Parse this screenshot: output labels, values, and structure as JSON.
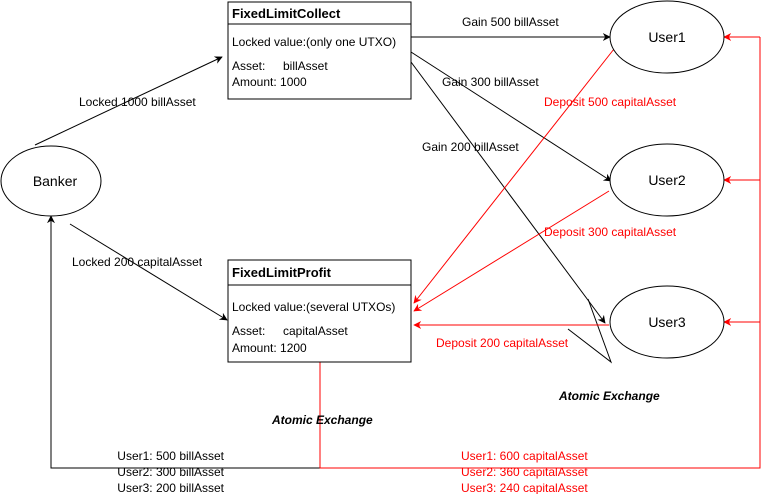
{
  "nodes": {
    "banker": "Banker",
    "user1": "User1",
    "user2": "User2",
    "user3": "User3"
  },
  "collect": {
    "title": "FixedLimitCollect",
    "locked": "Locked value:(only one UTXO)",
    "asset_label": "Asset:",
    "asset_value": "billAsset",
    "amount": "Amount: 1000"
  },
  "profit": {
    "title": "FixedLimitProfit",
    "locked": "Locked value:(several UTXOs)",
    "asset_label": "Asset:",
    "asset_value": "capitalAsset",
    "amount": "Amount: 1200"
  },
  "edges": {
    "banker_collect": "Locked 1000 billAsset",
    "banker_profit": "Locked 200 capitalAsset",
    "gain_user1": "Gain 500 billAsset",
    "gain_user2": "Gain 300 billAsset",
    "gain_user3": "Gain 200 billAsset",
    "deposit_user1": "Deposit 500 capitalAsset",
    "deposit_user2": "Deposit 300 capitalAsset",
    "deposit_user3": "Deposit 200 capitalAsset",
    "atomic_left": "Atomic Exchange",
    "atomic_right": "Atomic Exchange"
  },
  "bill_list": [
    "User1: 500 billAsset",
    "User2: 300 billAsset",
    "User3: 200 billAsset"
  ],
  "capital_list": [
    "User1: 600 capitalAsset",
    "User2: 360 capitalAsset",
    "User3: 240 capitalAsset"
  ],
  "colors": {
    "line": "#000000",
    "accent": "#ff0000",
    "background": "#ffffff"
  }
}
